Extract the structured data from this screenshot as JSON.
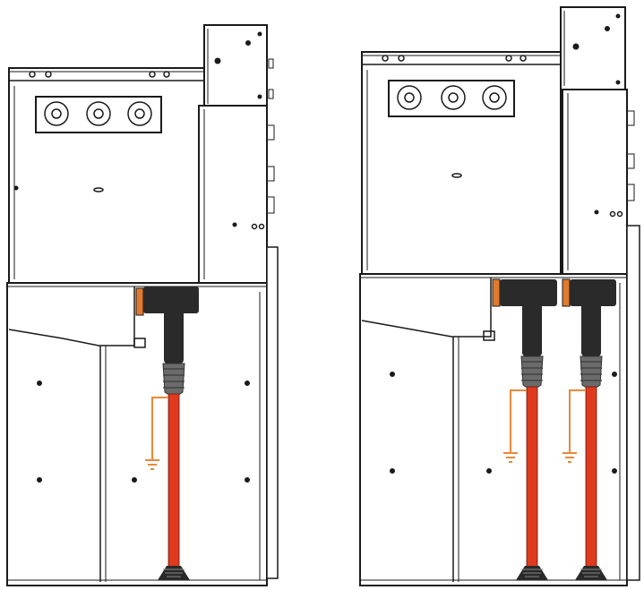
{
  "drawing": {
    "background": "#ffffff",
    "line_color": "#1a1a1a",
    "cable_color": "#e03a1e",
    "earth_wire_color": "#e8893a",
    "cable_head_color": "#2a2a2a",
    "boot_color": "#6b6b6b",
    "bushing_color": "#e07a2e"
  },
  "panels": [
    {
      "name": "single-cable-cubicle",
      "cable_count": 1,
      "indicator_count": 3
    },
    {
      "name": "double-cable-cubicle",
      "cable_count": 2,
      "indicator_count": 3
    }
  ]
}
